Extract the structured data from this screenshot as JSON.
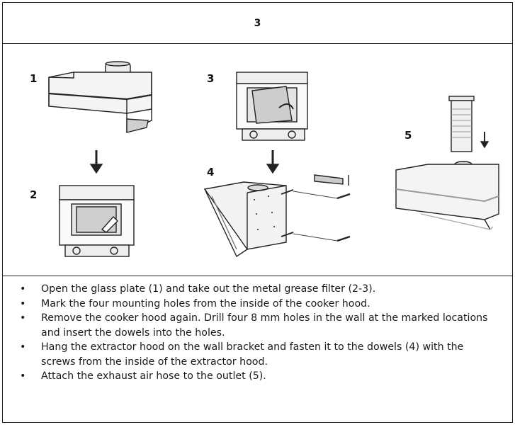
{
  "header": {
    "step_number": "3"
  },
  "figure": {
    "labels": [
      "1",
      "2",
      "3",
      "4",
      "5"
    ]
  },
  "instructions": [
    "Open the glass plate (1) and take out the metal grease filter (2-3).",
    "Mark the four mounting holes from the inside of the cooker hood.",
    "Remove the cooker hood again. Drill four 8 mm holes in the wall at the marked locations and insert the dowels into the holes.",
    "Hang the extractor hood on the wall bracket and fasten it to the dowels (4) with the screws from the inside of the extractor hood.",
    "Attach the exhaust air hose to the outlet (5)."
  ]
}
